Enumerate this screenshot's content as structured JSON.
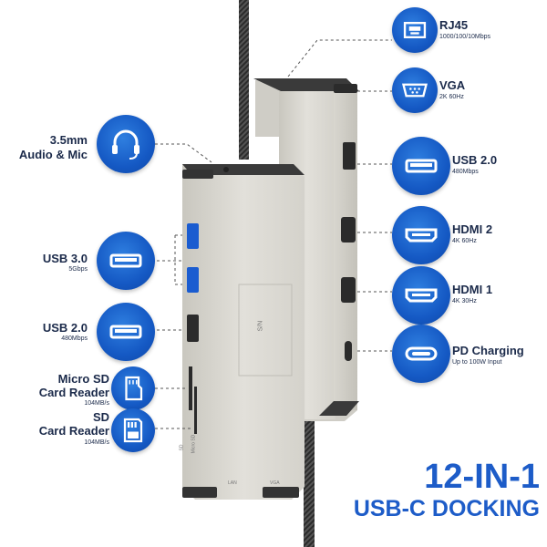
{
  "brand_colors": {
    "accent": "#1559c4",
    "title_blue": "#1d5cc8",
    "text_dark": "#1b2a4a",
    "device": "#dcdad3"
  },
  "features": {
    "rj45": {
      "title": "RJ45",
      "sub": "1000/100/10Mbps",
      "icon": "ethernet-icon"
    },
    "vga": {
      "title": "VGA",
      "sub": "2K 60Hz",
      "icon": "vga-icon"
    },
    "usb20_right": {
      "title": "USB 2.0",
      "sub": "480Mbps",
      "icon": "usb-icon"
    },
    "hdmi2": {
      "title": "HDMI 2",
      "sub": "4K 60Hz",
      "icon": "hdmi-icon"
    },
    "hdmi1": {
      "title": "HDMI 1",
      "sub": "4K 30Hz",
      "icon": "hdmi-icon"
    },
    "pd": {
      "title": "PD Charging",
      "sub": "Up to 100W Input",
      "icon": "usb-c-icon"
    },
    "audio": {
      "title_line1": "3.5mm",
      "title_line2": "Audio & Mic",
      "icon": "headset-icon"
    },
    "usb30": {
      "title": "USB 3.0",
      "sub": "5Gbps",
      "icon": "usb-icon"
    },
    "usb20_left": {
      "title": "USB 2.0",
      "sub": "480Mbps",
      "icon": "usb-icon"
    },
    "microsd": {
      "title_line1": "Micro SD",
      "title_line2": "Card Reader",
      "sub": "104MB/s",
      "icon": "microsd-icon"
    },
    "sd": {
      "title_line1": "SD",
      "title_line2": "Card Reader",
      "sub": "104MB/s",
      "icon": "sd-card-icon"
    }
  },
  "device_text": {
    "lan": "LAN",
    "vga": "VGA",
    "sd": "SD",
    "micro_sd": "Micro SD",
    "sn": "S/N"
  },
  "headline": {
    "line1": "12-IN-1",
    "line2": "USB-C DOCKING"
  }
}
